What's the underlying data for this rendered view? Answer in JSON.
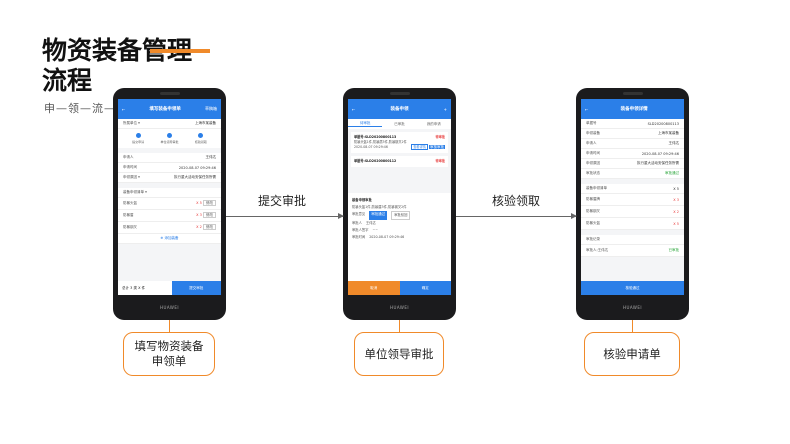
{
  "slide": {
    "title_line1": "物资装备管理",
    "title_line2": "流程",
    "subtitle": "申—领—流—",
    "arrow1_label": "提交审批",
    "arrow2_label": "核验领取",
    "box1": "填写物资装备申领单",
    "box2": "单位领导审批",
    "box3": "核验申请单",
    "accent_color": "#f08a2a",
    "brand_color": "#2b7fe8"
  },
  "phone1": {
    "nav_back": "←",
    "nav_title": "填写装备申领单",
    "nav_action": "草稿箱",
    "unit_label": "所属单位 ▾",
    "unit_value": "上海市某装备",
    "step1": "提交申请",
    "step2": "单位领导审批",
    "step3": "核验领取",
    "applicant_label": "申请人",
    "applicant_value": "王伟达",
    "time_label": "申请时间",
    "time_value": "2020-08-07 09:29:46",
    "reason_label": "申领原因 ▾",
    "reason_value": "执行重大活动安保任务所需",
    "list_header": "装备申领清单 ▾",
    "item1": "防暴头盔",
    "item1_qty": "X 5",
    "item2": "防暴盾",
    "item2_qty": "X 3",
    "item3": "防暴钢叉",
    "item3_qty": "X 2",
    "edit": "修改",
    "add": "⊕ 添加装备",
    "total": "总计 3 类 X 件",
    "submit": "提交审批",
    "brand": "HUAWEI"
  },
  "phone2": {
    "nav_back": "←",
    "nav_title": "装备申领",
    "nav_action": "+",
    "tab1": "待审批",
    "tab2": "已审批",
    "tab3": "我的申请",
    "card1_no": "单据号:SLD20200800113",
    "card1_status": "待审批",
    "card1_text": "防暴头盔1件,防暴盾3件,防暴钢叉2件",
    "card1_time": "2020-08-07 09:29:46",
    "card1_btn1": "查看详情",
    "card1_btn2": "审核审批",
    "card2_no": "单据号:SLD20200800112",
    "card2_status": "待审批",
    "modal_title": "装备申领审批",
    "modal_content": "防暴头盔1件,防暴盾3件,防暴钢叉2件",
    "opinion_label": "审批意见",
    "opt_agree": "审批通过",
    "opt_reject": "审批驳回",
    "approver_label": "审批人",
    "approver_value": "王伟达",
    "sign_label": "审批人签字",
    "time_label": "审批时间",
    "time_value": "2020-08-07 09:29:46",
    "cancel": "取消",
    "confirm": "确定",
    "brand": "HUAWEI"
  },
  "phone3": {
    "nav_back": "←",
    "nav_title": "装备申领详情",
    "no_label": "单据号",
    "no_value": "SLD20200800113",
    "unit_label": "申领装备",
    "unit_value": "上海市某装备",
    "applicant_label": "申请人",
    "applicant_value": "王伟达",
    "time_label": "申请时间",
    "time_value": "2020-08-07 09:29:46",
    "reason_label": "申领原因",
    "reason_value": "执行重大活动安保任务所需",
    "status_label": "审批状态",
    "status_value": "审批通过",
    "list_label": "装备申领清单",
    "list_qty": "X 5",
    "item1": "防暴盾牌",
    "item1_qty": "X 3",
    "item2": "防暴钢叉",
    "item2_qty": "X 2",
    "item3": "防暴头盔",
    "item3_qty": "X 5",
    "record_label": "审批记录",
    "record_who": "审批人:王伟达",
    "record_status": "已审批",
    "verify": "核验通过",
    "brand": "HUAWEI"
  }
}
